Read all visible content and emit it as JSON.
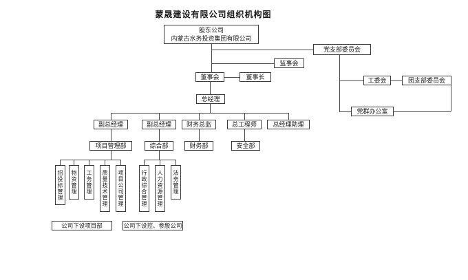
{
  "title": "蒙晟建设有限公司组织机构图",
  "nodes": {
    "shareholder_line1": "股东公司",
    "shareholder_line2": "内蒙古水务投资集团有限公司",
    "party_committee": "党支部委员会",
    "supervisory_board": "监事会",
    "board_of_directors": "董事会",
    "board_chairman": "董事长",
    "labor_union": "工委会",
    "youth_league": "团支部委员会",
    "general_manager": "总经理",
    "party_office": "党群办公室",
    "deputy_gm_1": "副总经理",
    "deputy_gm_2": "副总经理",
    "cfo": "财务总监",
    "chief_engineer": "总工程师",
    "gm_assistant": "总经理助理",
    "project_mgmt_dept": "项目管理部",
    "general_dept": "综合部",
    "finance_dept": "财务部",
    "safety_dept": "安全部",
    "bidding_mgmt": "招投标管理",
    "materials_mgmt": "物资管理",
    "works_mgmt": "工务管理",
    "quality_tech_mgmt": "质量技术管理",
    "project_company_mgmt": "项目公司管理",
    "admin_comprehensive_mgmt": "行政综合管理",
    "hr_mgmt": "人力资源管理",
    "legal_mgmt": "法务管理",
    "project_departments_note": "公司下设项目部",
    "subsidiaries_note": "公司下设控、参股公司"
  },
  "colors": {
    "line": "#4a4a4a",
    "border": "#3a3a3a",
    "background": "#ffffff"
  }
}
